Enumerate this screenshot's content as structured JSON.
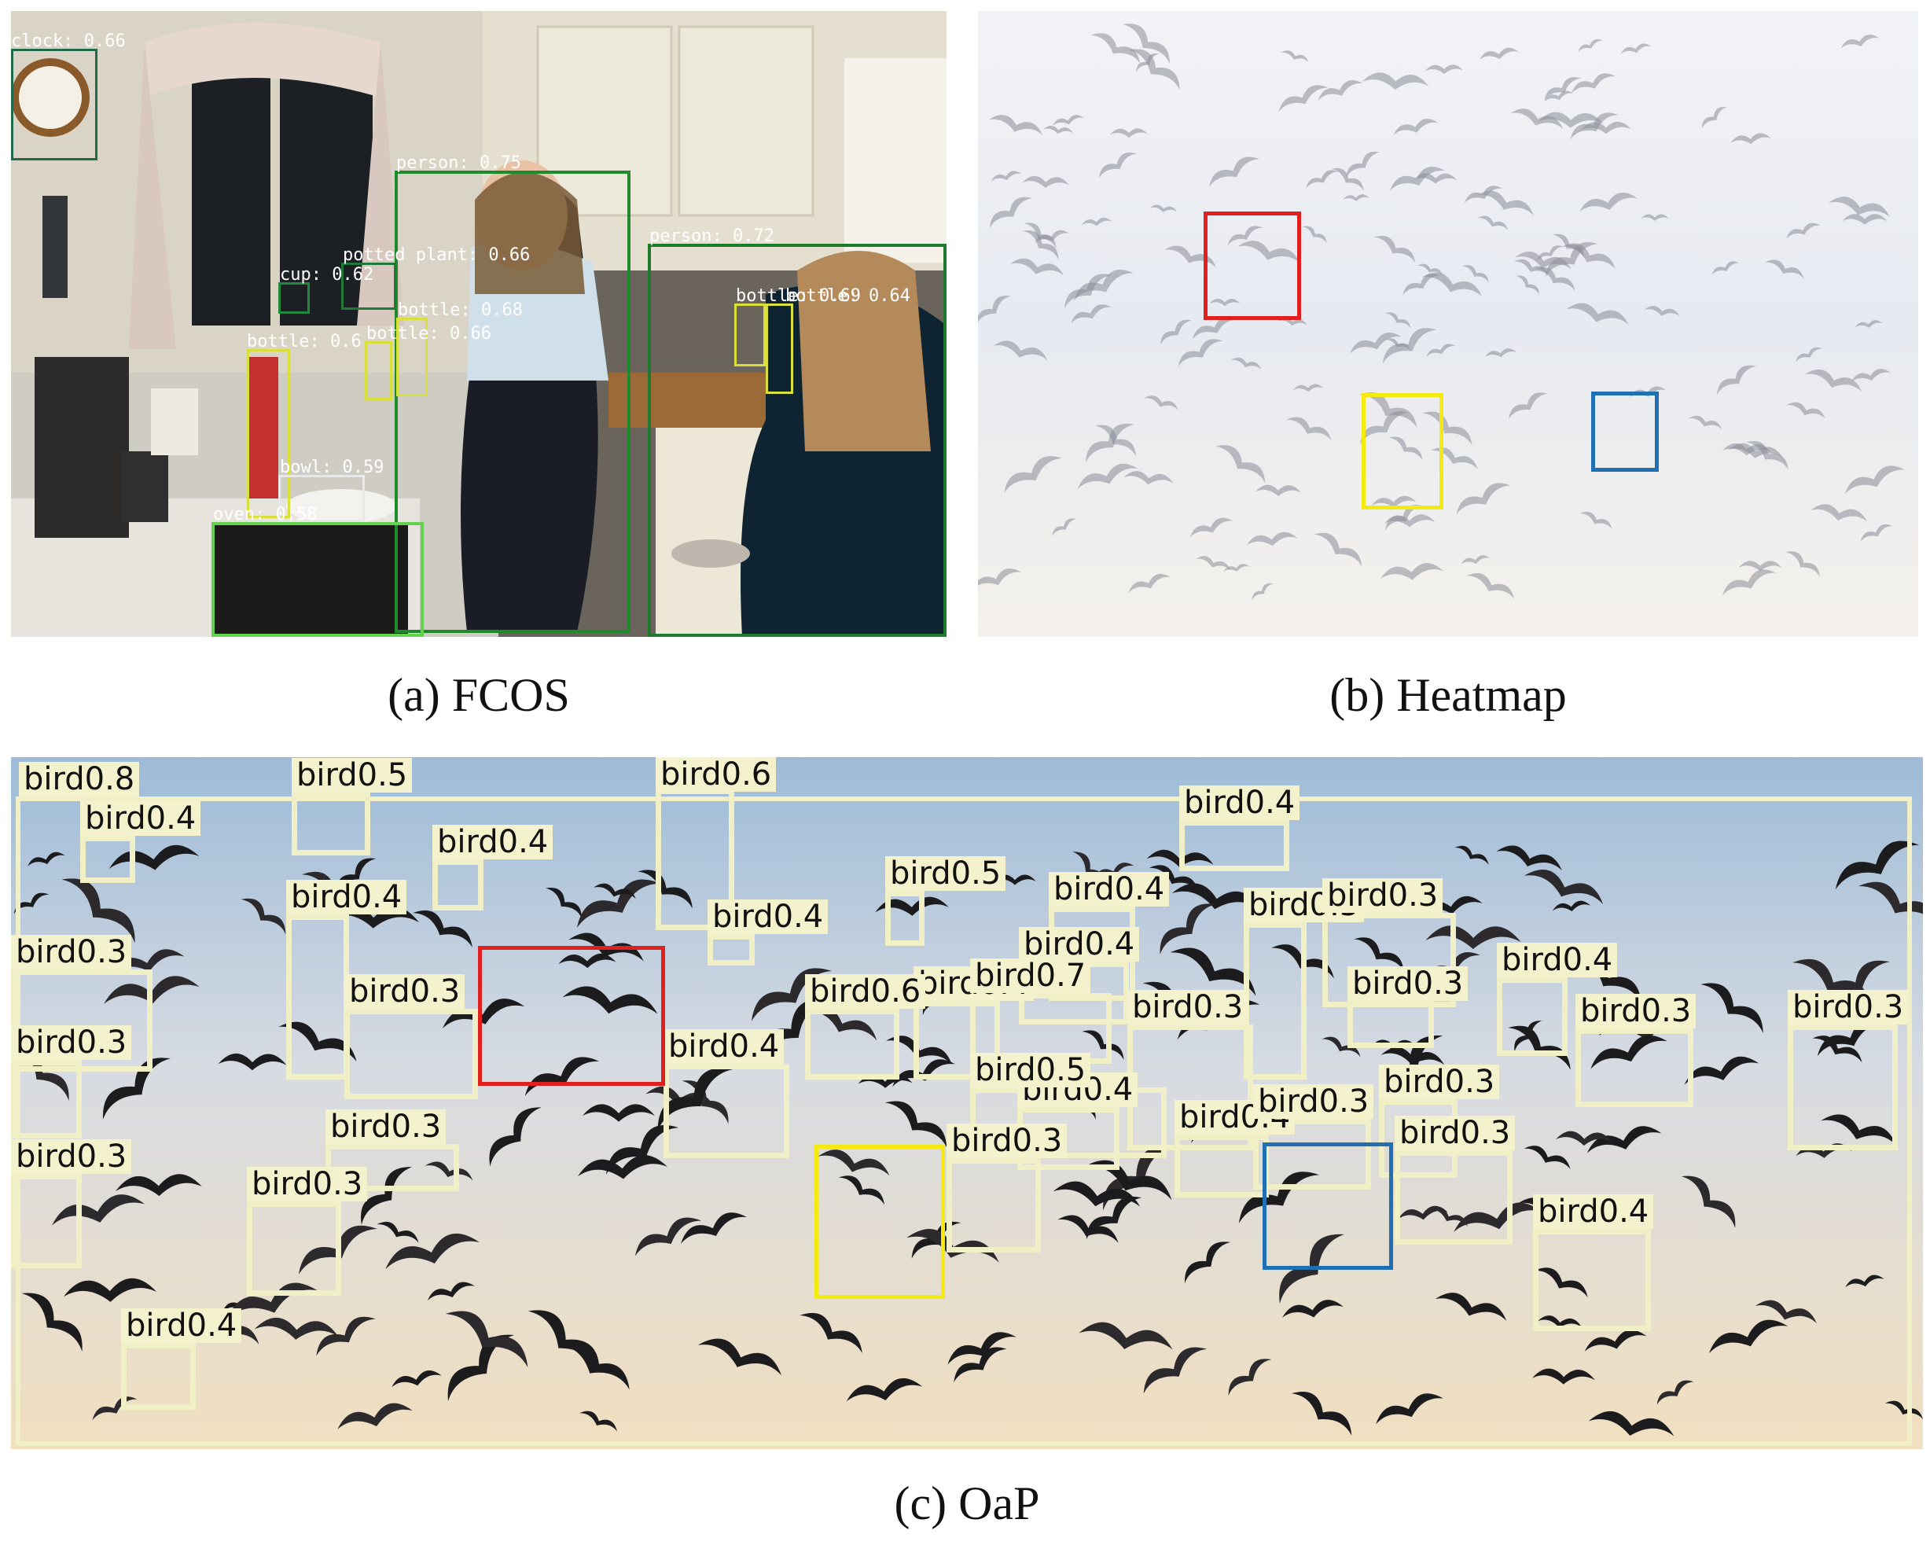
{
  "captions": {
    "a": "(a) FCOS",
    "b": "(b) Heatmap",
    "c": "(c) OaP"
  },
  "fcos_detections": [
    {
      "label": "clock: 0.66"
    },
    {
      "label": "person: 0.75"
    },
    {
      "label": "person: 0.72"
    },
    {
      "label": "potted plant: 0.66"
    },
    {
      "label": "cup: 0.62"
    },
    {
      "label": "bottle: 0.68"
    },
    {
      "label": "bottle: 0.66"
    },
    {
      "label": "bottle: 0.6"
    },
    {
      "label": "bottle: 0.69"
    },
    {
      "label": "bottle: 0.64"
    },
    {
      "label": "bowl: 0.59"
    },
    {
      "label": "oven: 0.58"
    }
  ],
  "oap_detections": [
    "bird0.8",
    "bird0.5",
    "bird0.4",
    "bird0.4",
    "bird0.4",
    "bird0.6",
    "bird0.4",
    "bird0.5",
    "bird0.4",
    "bird0.5",
    "bird0.4",
    "bird0.3",
    "bird0.3",
    "bird0.3",
    "bird0.3",
    "bird0.4",
    "bird0.3",
    "bird0.6",
    "bird0.7",
    "bird0.3",
    "bird0.4",
    "bird0.3",
    "bird0.4",
    "bird0.3",
    "bird0.3",
    "bird0.4",
    "bird0.3",
    "bird0.4",
    "bird0.5",
    "bird0.3",
    "bird0.4",
    "bird0.3",
    "bird0.3",
    "bird0.3",
    "bird0.4",
    "bird0.4",
    "bird0.3"
  ],
  "highlight_colors": {
    "red": "#e0201f",
    "yellow": "#f5ea10",
    "blue": "#1f6fb2"
  }
}
